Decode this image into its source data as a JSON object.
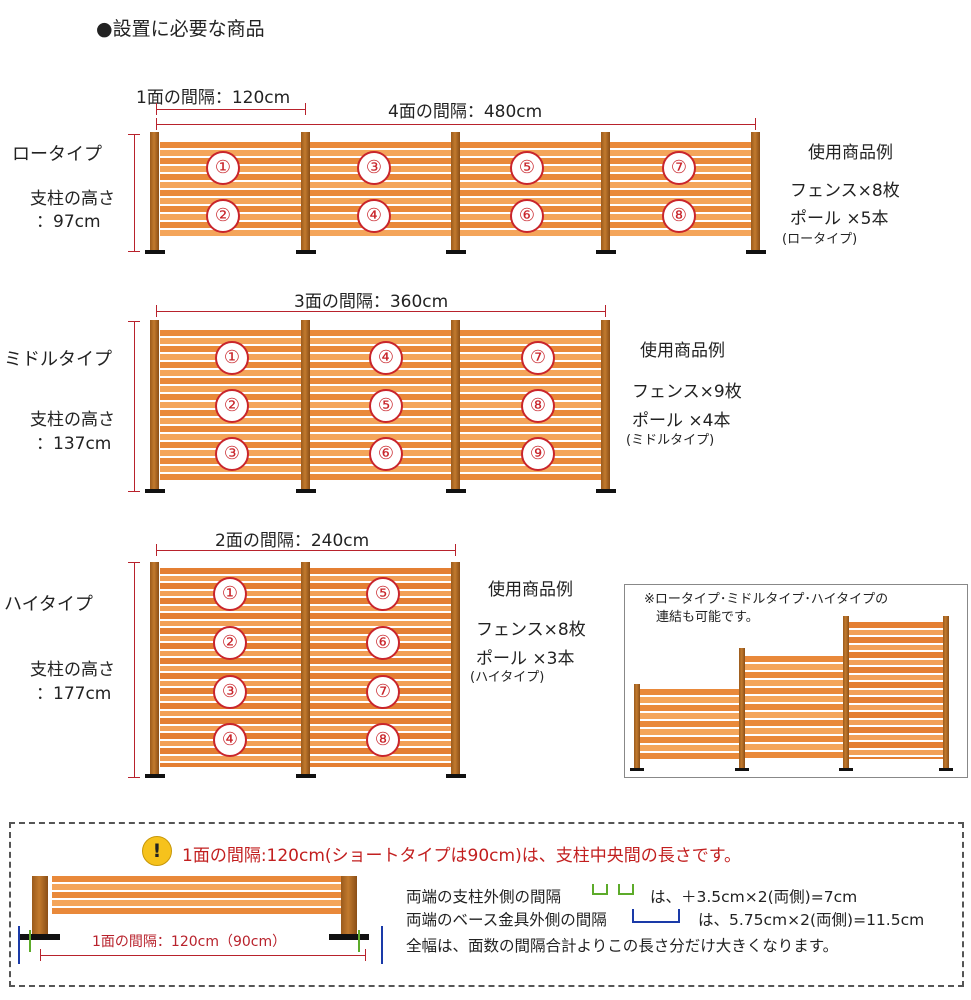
{
  "title": "●設置に必要な商品",
  "low": {
    "type_label": "ロータイプ",
    "height_label": "支柱の高さ",
    "height_value": "：97cm",
    "span_single": "1面の間隔：120cm",
    "span_total": "4面の間隔：480cm",
    "example_title": "使用商品例",
    "fence_count": "フェンス×8枚",
    "pole_count": "ポール  ×5本",
    "pole_type": "(ロータイプ)",
    "panel_numbers": [
      [
        "①",
        "②"
      ],
      [
        "③",
        "④"
      ],
      [
        "⑤",
        "⑥"
      ],
      [
        "⑦",
        "⑧"
      ]
    ]
  },
  "middle": {
    "type_label": "ミドルタイプ",
    "height_label": "支柱の高さ",
    "height_value": "：137cm",
    "span_total": "3面の間隔：360cm",
    "example_title": "使用商品例",
    "fence_count": "フェンス×9枚",
    "pole_count": "ポール  ×4本",
    "pole_type": "(ミドルタイプ)",
    "panel_numbers": [
      [
        "①",
        "②",
        "③"
      ],
      [
        "④",
        "⑤",
        "⑥"
      ],
      [
        "⑦",
        "⑧",
        "⑨"
      ]
    ]
  },
  "high": {
    "type_label": "ハイタイプ",
    "height_label": "支柱の高さ",
    "height_value": "：177cm",
    "span_total": "2面の間隔：240cm",
    "example_title": "使用商品例",
    "fence_count": "フェンス×8枚",
    "pole_count": "ポール  ×3本",
    "pole_type": "(ハイタイプ)",
    "panel_numbers": [
      [
        "①",
        "②",
        "③",
        "④"
      ],
      [
        "⑤",
        "⑥",
        "⑦",
        "⑧"
      ]
    ]
  },
  "combo_note": {
    "line1": "※ロータイプ･ミドルタイプ･ハイタイプの",
    "line2": "連結も可能です。"
  },
  "notice": {
    "warning": "1面の間隔:120cm(ショートタイプは90cm)は、支柱中央間の長さです。",
    "diagram_span": "1面の間隔：120cm（90cm）",
    "line1_label": "両端の支柱外側の間隔",
    "line1_value": "は、＋3.5cm×2(両側)=7cm",
    "line2_label": "両端のベース金具外側の間隔",
    "line2_value": "は、5.75cm×2(両側)=11.5cm",
    "line3": "全幅は、面数の間隔合計よりこの長さ分だけ大きくなります。"
  },
  "colors": {
    "panel_dark": "#e9893a",
    "panel_light": "#f4a55a",
    "post": "#b06a24",
    "dimension": "#b8222c",
    "number_circle": "#c9252b",
    "warning_text": "#c21f1f",
    "icon_yellow": "#f6c21c",
    "bracket_green": "#5cab2a",
    "bracket_blue": "#1a3aa8"
  }
}
